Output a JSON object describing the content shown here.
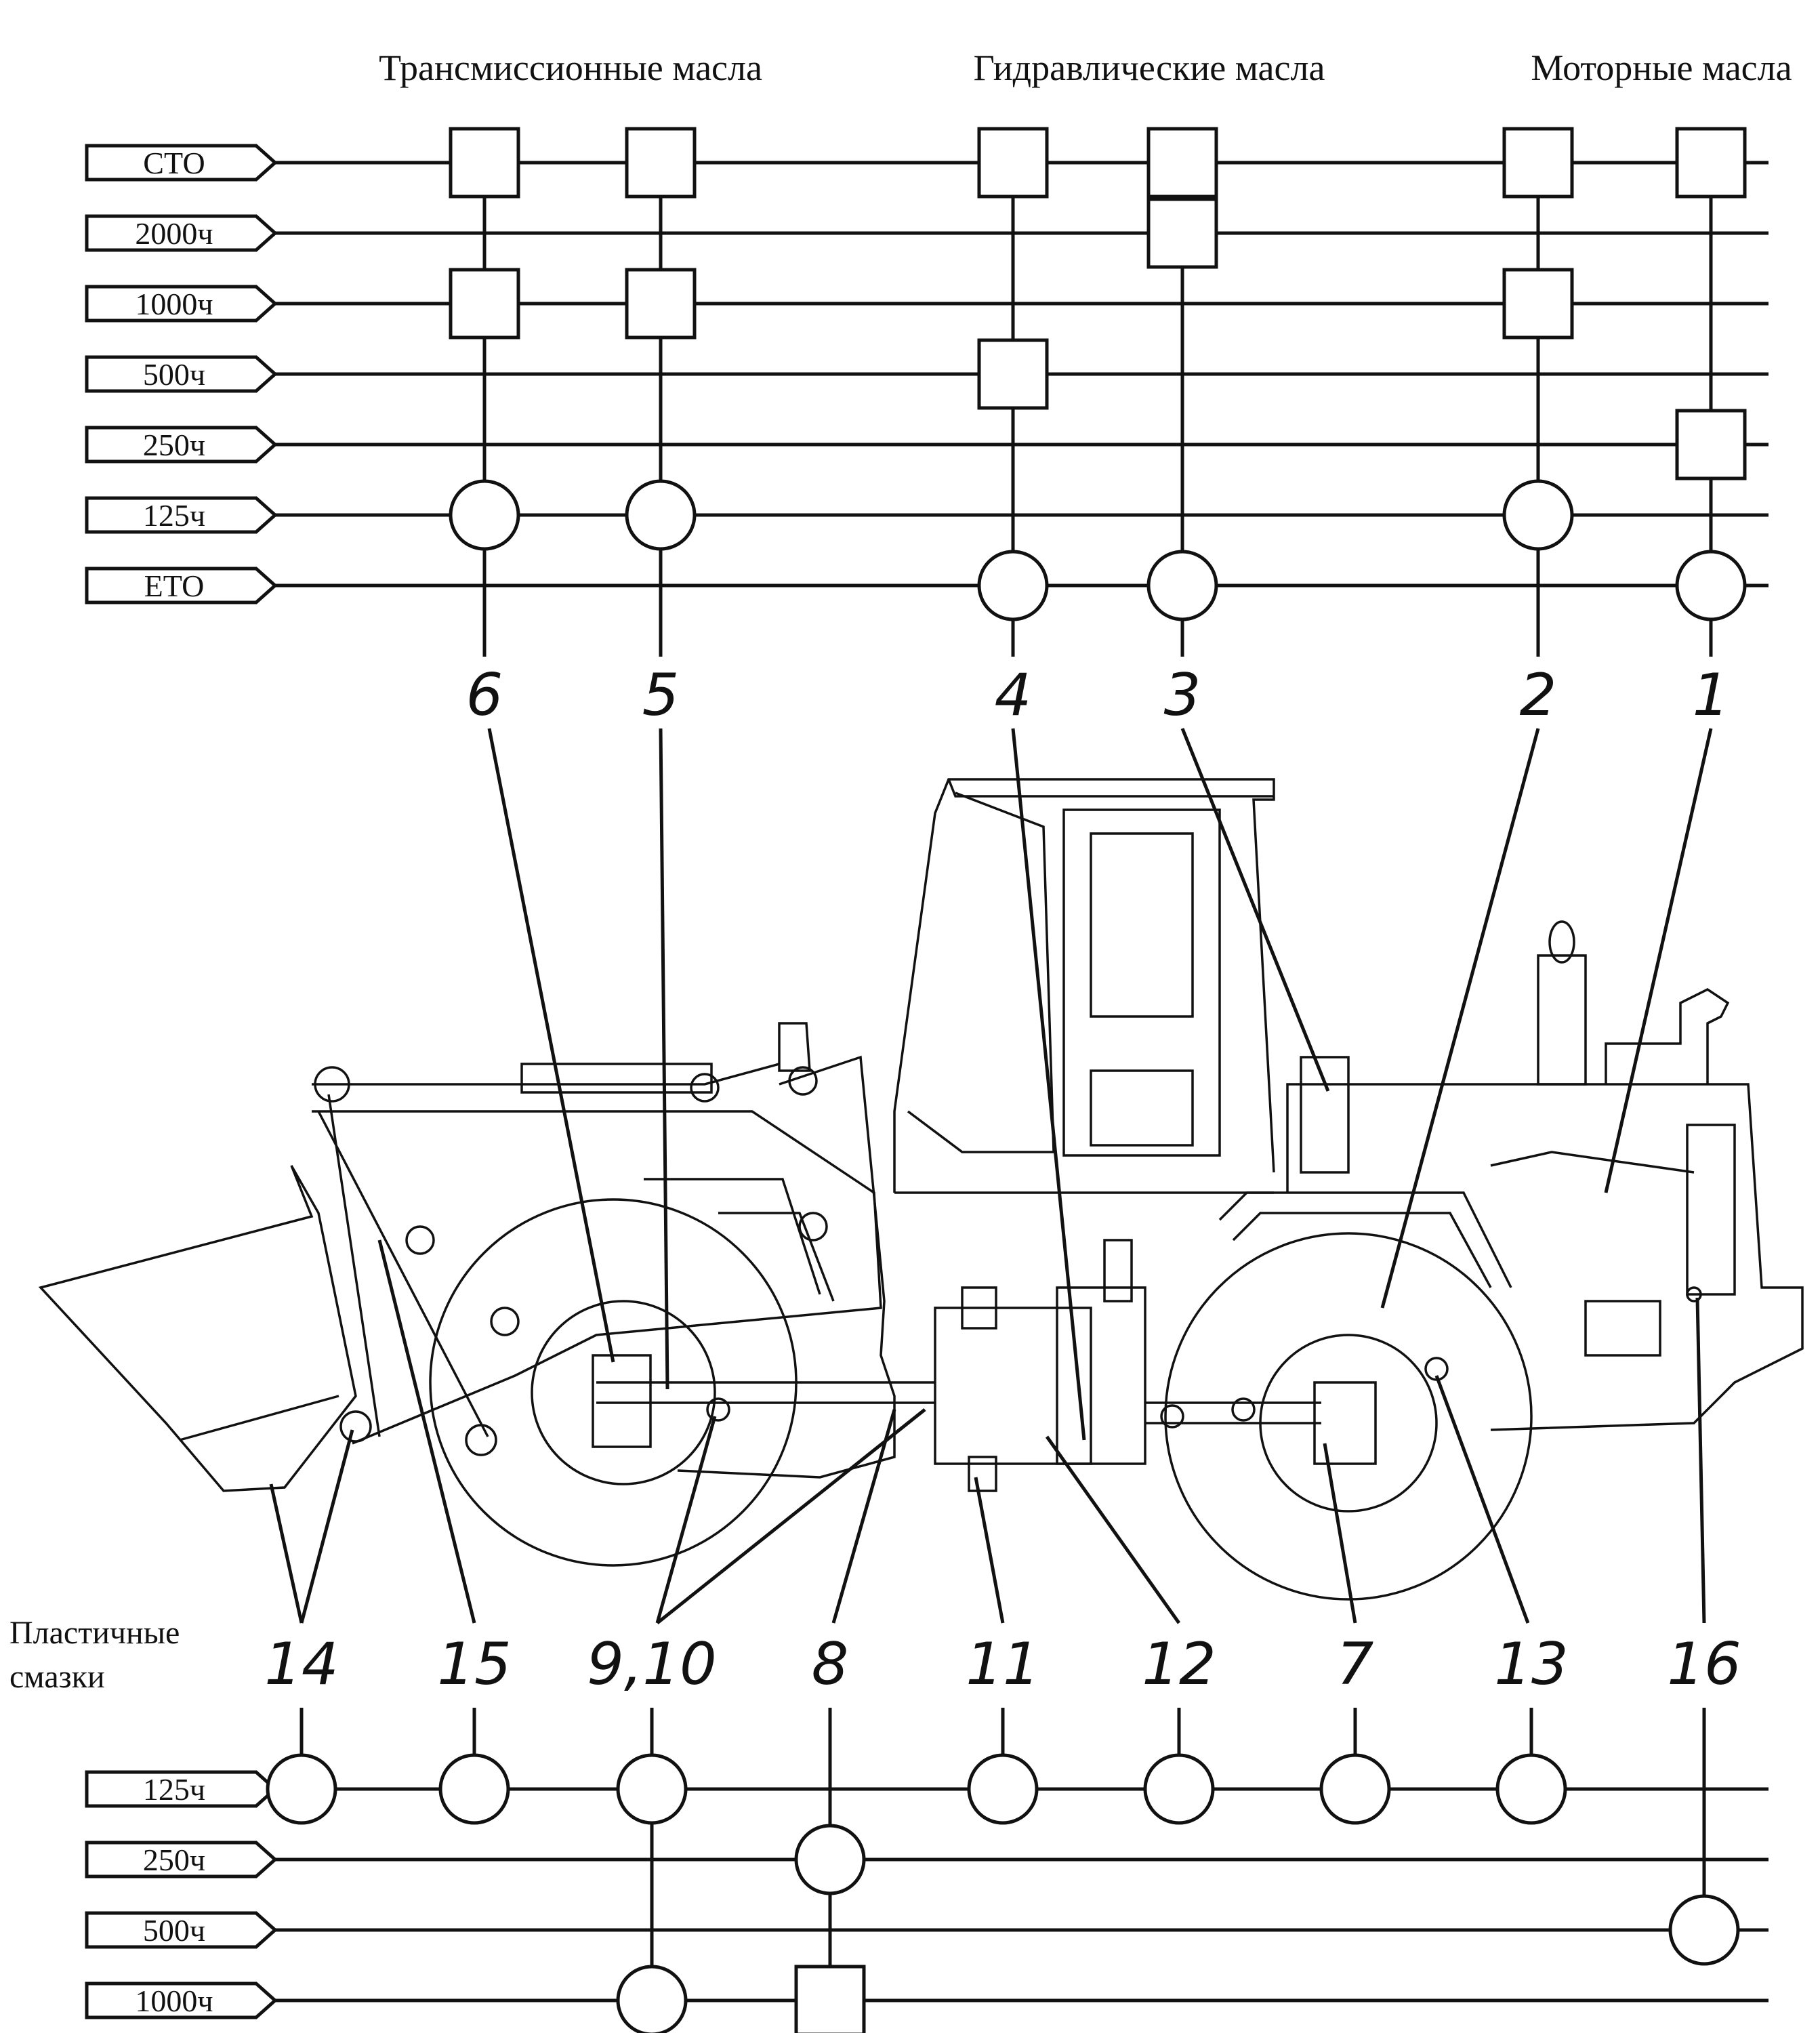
{
  "headers": {
    "transmission": "Трансмиссионные масла",
    "hydraulic": "Гидравлические масла",
    "engine": "Моторные масла"
  },
  "grease_label_line1": "Пластичные",
  "grease_label_line2": "смазки",
  "top_intervals": [
    "СТО",
    "2000ч",
    "1000ч",
    "500ч",
    "250ч",
    "125ч",
    "ЕТО"
  ],
  "bottom_intervals": [
    "125ч",
    "250ч",
    "500ч",
    "1000ч"
  ],
  "top_points": [
    {
      "label": "6",
      "marks": [
        {
          "row": 0,
          "shape": "square"
        },
        {
          "row": 2,
          "shape": "square"
        },
        {
          "row": 5,
          "shape": "circle"
        }
      ]
    },
    {
      "label": "5",
      "marks": [
        {
          "row": 0,
          "shape": "square"
        },
        {
          "row": 2,
          "shape": "square"
        },
        {
          "row": 5,
          "shape": "circle"
        }
      ]
    },
    {
      "label": "4",
      "marks": [
        {
          "row": 0,
          "shape": "square"
        },
        {
          "row": 3,
          "shape": "square"
        },
        {
          "row": 6,
          "shape": "circle"
        }
      ]
    },
    {
      "label": "3",
      "marks": [
        {
          "row": 0,
          "shape": "square"
        },
        {
          "row": 1,
          "shape": "square"
        },
        {
          "row": 6,
          "shape": "circle"
        }
      ]
    },
    {
      "label": "2",
      "marks": [
        {
          "row": 0,
          "shape": "square"
        },
        {
          "row": 2,
          "shape": "square"
        },
        {
          "row": 5,
          "shape": "circle"
        }
      ]
    },
    {
      "label": "1",
      "marks": [
        {
          "row": 0,
          "shape": "square"
        },
        {
          "row": 4,
          "shape": "square"
        },
        {
          "row": 6,
          "shape": "circle"
        }
      ]
    }
  ],
  "bottom_points": [
    {
      "label": "14",
      "marks": [
        {
          "row": 0,
          "shape": "circle"
        }
      ]
    },
    {
      "label": "15",
      "marks": [
        {
          "row": 0,
          "shape": "circle"
        }
      ]
    },
    {
      "label": "9,10",
      "marks": [
        {
          "row": 0,
          "shape": "circle"
        },
        {
          "row": 3,
          "shape": "circle"
        }
      ]
    },
    {
      "label": "8",
      "marks": [
        {
          "row": 1,
          "shape": "circle"
        },
        {
          "row": 3,
          "shape": "square"
        }
      ]
    },
    {
      "label": "11",
      "marks": [
        {
          "row": 0,
          "shape": "circle"
        }
      ]
    },
    {
      "label": "12",
      "marks": [
        {
          "row": 0,
          "shape": "circle"
        }
      ]
    },
    {
      "label": "7",
      "marks": [
        {
          "row": 0,
          "shape": "circle"
        }
      ]
    },
    {
      "label": "13",
      "marks": [
        {
          "row": 0,
          "shape": "circle"
        }
      ]
    },
    {
      "label": "16",
      "marks": [
        {
          "row": 2,
          "shape": "circle"
        }
      ]
    }
  ]
}
